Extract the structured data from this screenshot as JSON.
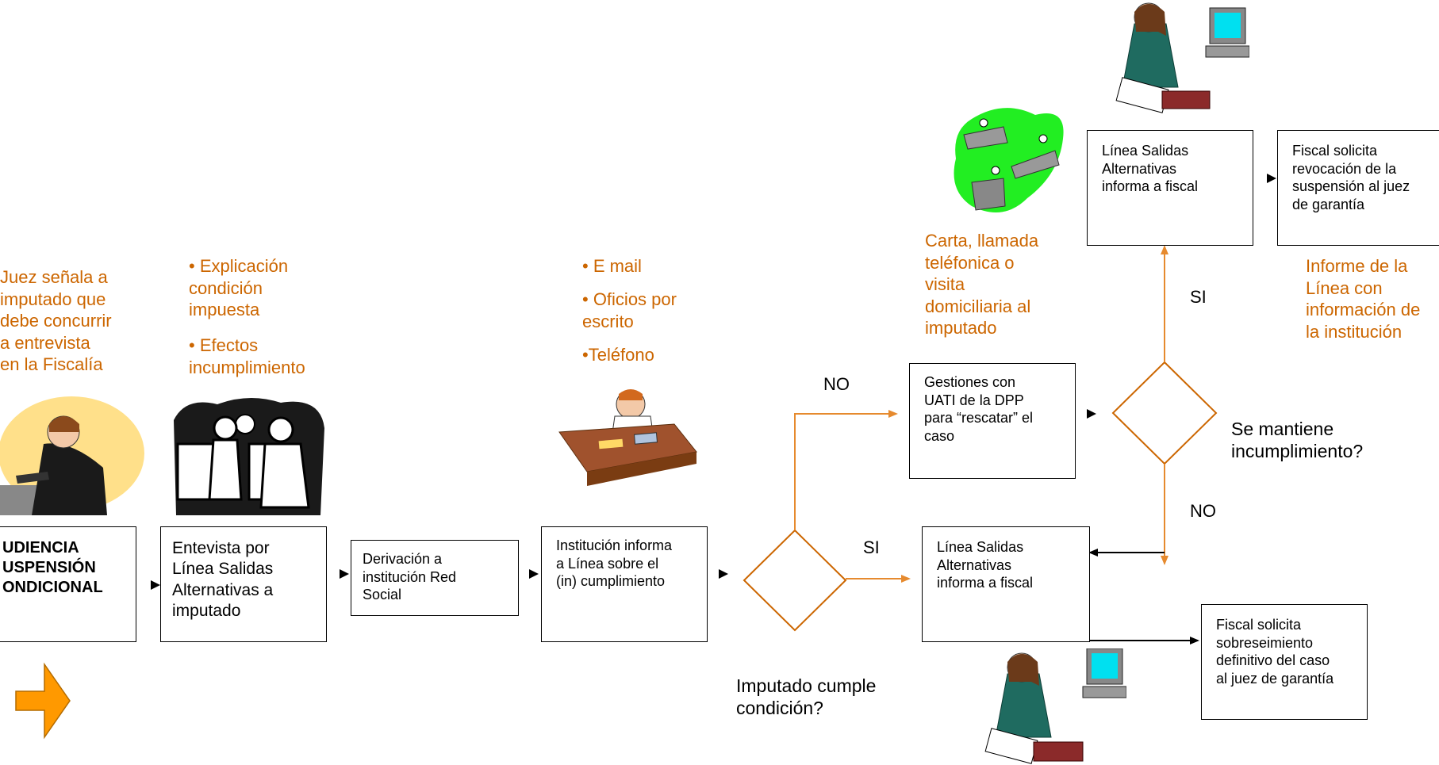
{
  "colors": {
    "accent": "#cc6600",
    "arrow": "#e68a2e",
    "box_border": "#000000"
  },
  "notes": {
    "juez": [
      "Juez señala a",
      "imputado que",
      "debe concurrir",
      "a entrevista",
      "en la Fiscalía"
    ],
    "explicacion": [
      "• Explicación",
      "condición",
      "impuesta"
    ],
    "efectos": [
      "• Efectos",
      "incumplimiento"
    ],
    "email": "• E mail",
    "oficios": [
      "• Oficios por",
      "escrito"
    ],
    "telefono": "•Teléfono",
    "carta": [
      "Carta, llamada",
      "teléfonica o",
      "visita",
      "domiciliaria al",
      "imputado"
    ],
    "informe": [
      "Informe de la",
      "Línea con",
      "información de",
      "la institución"
    ]
  },
  "boxes": {
    "audiencia": [
      "UDIENCIA",
      "USPENSIÓN",
      "ONDICIONAL"
    ],
    "entrevista": [
      "Entevista por",
      "Línea Salidas",
      "Alternativas a",
      "imputado"
    ],
    "derivacion": [
      "Derivación a",
      "institución Red",
      "Social"
    ],
    "institucion": [
      "Institución informa",
      "a Línea sobre el",
      "(in) cumplimiento"
    ],
    "gestiones": [
      "Gestiones con",
      "UATI de la DPP",
      "para “rescatar” el",
      "caso"
    ],
    "linea_top": [
      "Línea Salidas",
      "Alternativas",
      "informa a fiscal"
    ],
    "fiscal_revocacion": [
      "Fiscal solicita",
      "revocación de la",
      "suspensión al juez",
      "de garantía"
    ],
    "linea_mid": [
      "Línea Salidas",
      "Alternativas",
      "informa a fiscal"
    ],
    "fiscal_sobreseimiento": [
      "Fiscal solicita",
      "sobreseimiento",
      "definitivo del caso",
      "al juez de garantía"
    ]
  },
  "labels": {
    "no_top": "NO",
    "si_mid": "SI",
    "si_up": "SI",
    "no_down": "NO",
    "cumple": [
      "Imputado cumple",
      "condición?"
    ],
    "mantiene": [
      "Se mantiene",
      "incumplimiento?"
    ]
  }
}
